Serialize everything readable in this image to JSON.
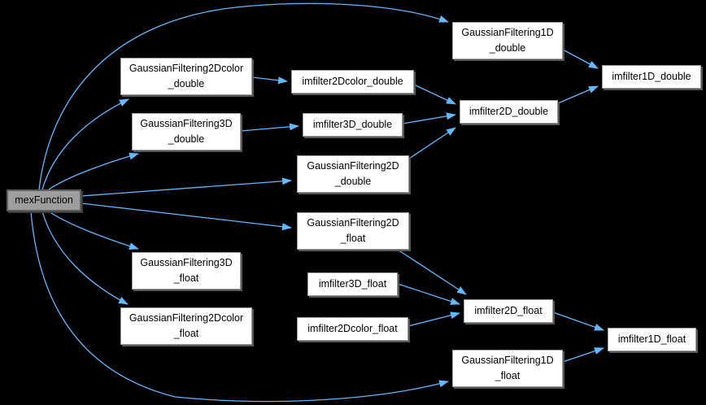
{
  "diagram": {
    "type": "call-graph",
    "colors": {
      "background": "#000000",
      "edge": "#63B8FF",
      "node_fill": "#ffffff",
      "node_border": "#9b9b9b",
      "node_text": "#000000",
      "current_fill": "#9e9e9e",
      "current_border": "#5f5f5f"
    },
    "nodes": [
      {
        "id": "mexFunction",
        "lines": [
          "mexFunction"
        ],
        "current": true
      },
      {
        "id": "GaussianFiltering2Dcolor_double",
        "lines": [
          "GaussianFiltering2Dcolor",
          "_double"
        ]
      },
      {
        "id": "GaussianFiltering3D_double",
        "lines": [
          "GaussianFiltering3D",
          "_double"
        ]
      },
      {
        "id": "GaussianFiltering2D_double",
        "lines": [
          "GaussianFiltering2D",
          "_double"
        ]
      },
      {
        "id": "GaussianFiltering2D_float",
        "lines": [
          "GaussianFiltering2D",
          "_float"
        ]
      },
      {
        "id": "GaussianFiltering3D_float",
        "lines": [
          "GaussianFiltering3D",
          "_float"
        ]
      },
      {
        "id": "GaussianFiltering2Dcolor_float",
        "lines": [
          "GaussianFiltering2Dcolor",
          "_float"
        ]
      },
      {
        "id": "imfilter2Dcolor_double",
        "lines": [
          "imfilter2Dcolor_double"
        ]
      },
      {
        "id": "imfilter3D_double",
        "lines": [
          "imfilter3D_double"
        ]
      },
      {
        "id": "imfilter2D_double",
        "lines": [
          "imfilter2D_double"
        ]
      },
      {
        "id": "GaussianFiltering1D_double",
        "lines": [
          "GaussianFiltering1D",
          "_double"
        ]
      },
      {
        "id": "imfilter1D_double",
        "lines": [
          "imfilter1D_double"
        ]
      },
      {
        "id": "imfilter3D_float",
        "lines": [
          "imfilter3D_float"
        ]
      },
      {
        "id": "imfilter2Dcolor_float",
        "lines": [
          "imfilter2Dcolor_float"
        ]
      },
      {
        "id": "imfilter2D_float",
        "lines": [
          "imfilter2D_float"
        ]
      },
      {
        "id": "GaussianFiltering1D_float",
        "lines": [
          "GaussianFiltering1D",
          "_float"
        ]
      },
      {
        "id": "imfilter1D_float",
        "lines": [
          "imfilter1D_float"
        ]
      }
    ],
    "edges": [
      {
        "from": "mexFunction",
        "to": "GaussianFiltering1D_double"
      },
      {
        "from": "mexFunction",
        "to": "GaussianFiltering2Dcolor_double"
      },
      {
        "from": "mexFunction",
        "to": "GaussianFiltering3D_double"
      },
      {
        "from": "mexFunction",
        "to": "GaussianFiltering2D_double"
      },
      {
        "from": "mexFunction",
        "to": "GaussianFiltering2D_float"
      },
      {
        "from": "mexFunction",
        "to": "GaussianFiltering3D_float"
      },
      {
        "from": "mexFunction",
        "to": "GaussianFiltering2Dcolor_float"
      },
      {
        "from": "mexFunction",
        "to": "GaussianFiltering1D_float"
      },
      {
        "from": "GaussianFiltering2Dcolor_double",
        "to": "imfilter2Dcolor_double"
      },
      {
        "from": "GaussianFiltering3D_double",
        "to": "imfilter3D_double"
      },
      {
        "from": "GaussianFiltering2D_double",
        "to": "imfilter2D_double"
      },
      {
        "from": "imfilter2Dcolor_double",
        "to": "imfilter2D_double"
      },
      {
        "from": "imfilter3D_double",
        "to": "imfilter2D_double"
      },
      {
        "from": "imfilter2D_double",
        "to": "imfilter1D_double"
      },
      {
        "from": "GaussianFiltering1D_double",
        "to": "imfilter1D_double"
      },
      {
        "from": "GaussianFiltering2D_float",
        "to": "imfilter2D_float"
      },
      {
        "from": "imfilter3D_float",
        "to": "imfilter2D_float"
      },
      {
        "from": "imfilter2Dcolor_float",
        "to": "imfilter2D_float"
      },
      {
        "from": "imfilter2D_float",
        "to": "imfilter1D_float"
      },
      {
        "from": "GaussianFiltering1D_float",
        "to": "imfilter1D_float"
      }
    ]
  }
}
